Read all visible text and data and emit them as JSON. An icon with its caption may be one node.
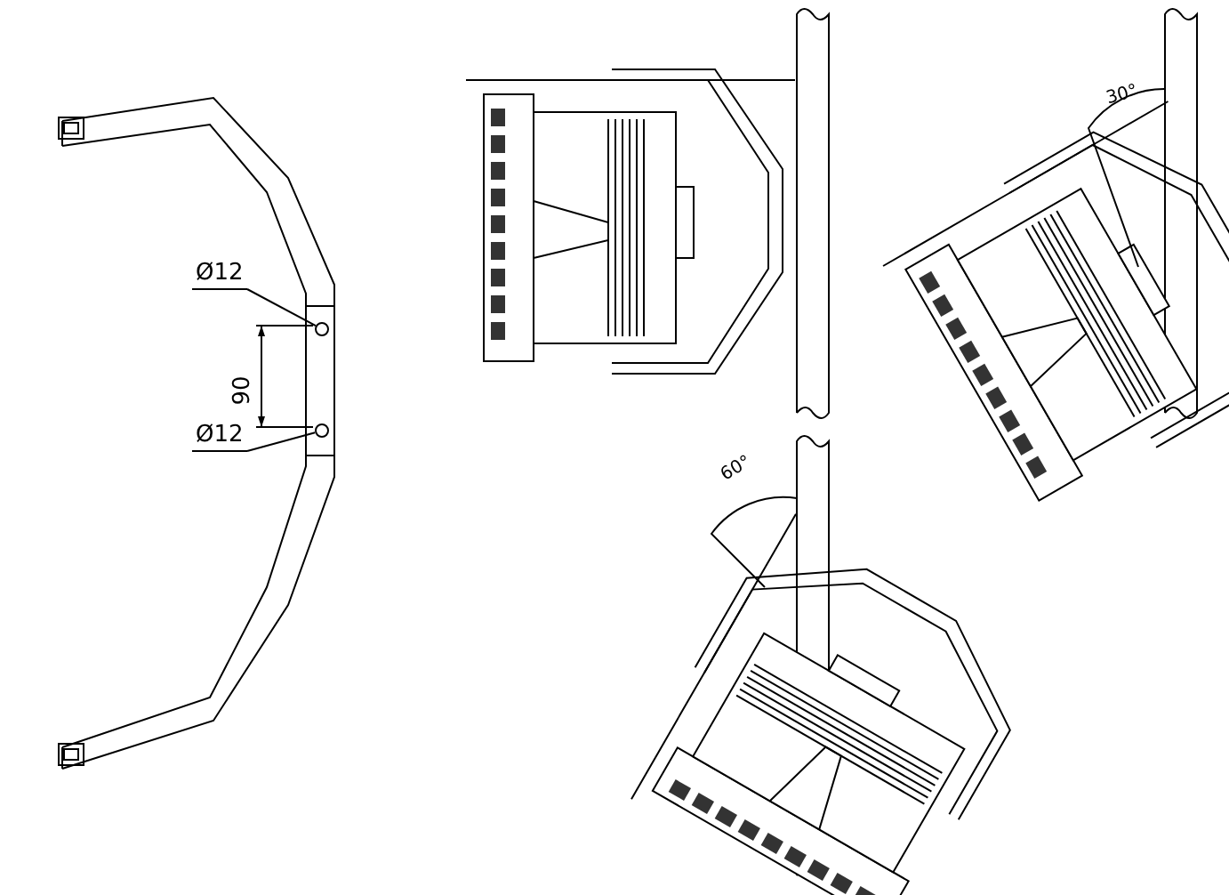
{
  "diagram": {
    "nodes": [
      {
        "text": [
          "Ø12"
        ]
      },
      {
        "text": [],
        "shape": "circle"
      },
      {
        "text": [
          "Ø12"
        ]
      },
      {
        "text": [],
        "shape": "circle"
      }
    ],
    "edges": [
      {
        "from": 0,
        "to": 1,
        "arrow": "none"
      },
      {
        "from": 2,
        "to": 3,
        "arrow": "none"
      }
    ],
    "labels": [
      "90",
      "30°",
      "60°"
    ]
  }
}
